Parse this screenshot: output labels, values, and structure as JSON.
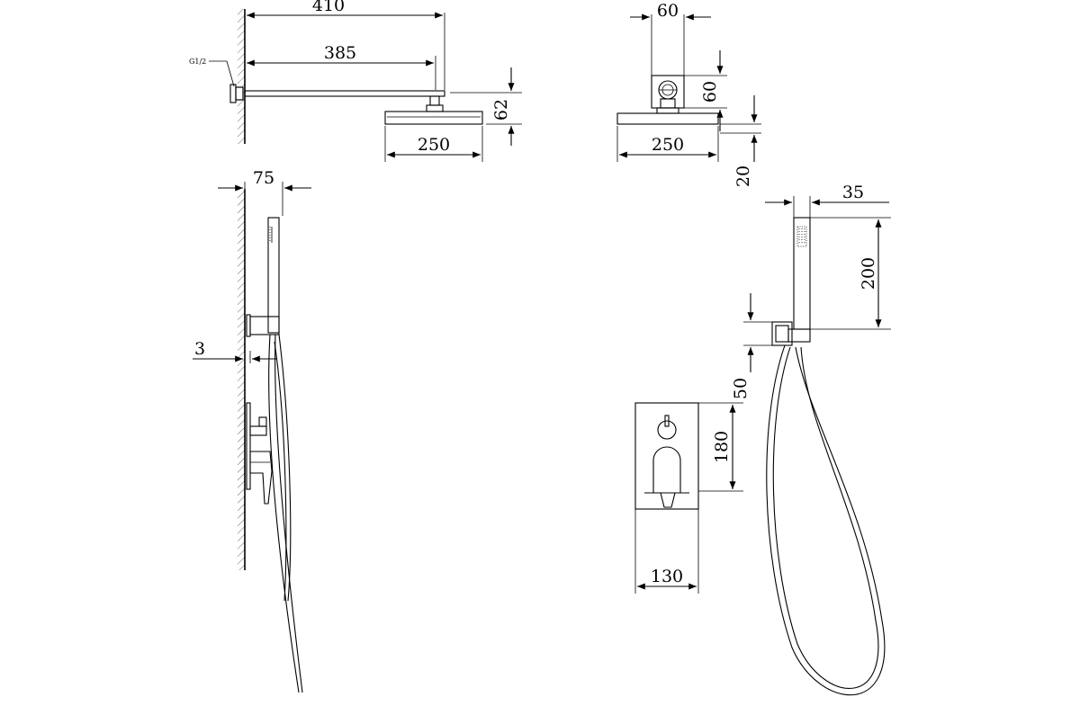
{
  "thread_label": "G1/2",
  "dims": {
    "arm_total": "410",
    "arm_reach": "385",
    "head_drop": "62",
    "head_width_side": "250",
    "mount_width": "60",
    "mount_height": "60",
    "head_width_front": "250",
    "head_thickness": "20",
    "handshower_depth": "75",
    "plate_offset": "3",
    "handshower_width": "35",
    "handshower_length": "200",
    "holder_height": "50",
    "mixer_height": "180",
    "mixer_width": "130"
  }
}
